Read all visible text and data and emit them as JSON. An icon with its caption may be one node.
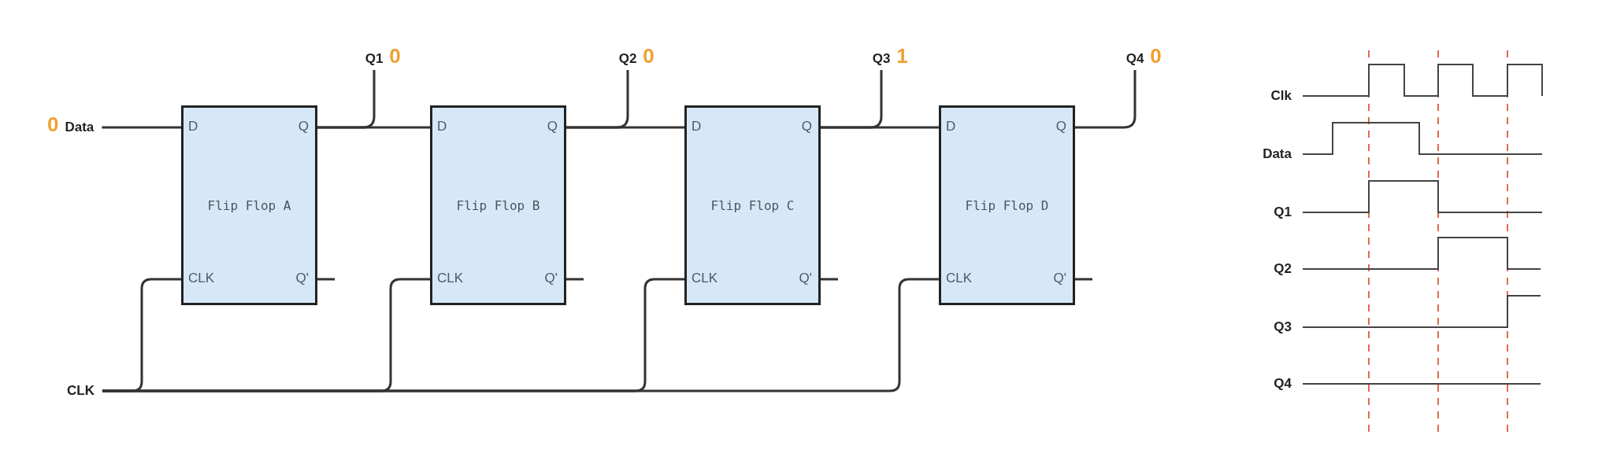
{
  "diagram": {
    "nodes": [
      {
        "text": [
          "Q1"
        ],
        "beside": [
          "0"
        ]
      },
      {
        "text": [
          "Q2"
        ],
        "beside": [
          "0"
        ]
      },
      {
        "text": [
          "Q3"
        ],
        "beside": [
          "1"
        ]
      },
      {
        "text": [
          "Q4"
        ],
        "beside": [
          "0"
        ]
      },
      {
        "text": [
          "Data"
        ],
        "beside": [
          "0"
        ]
      },
      {
        "text": [
          "D",
          "Q",
          "Flip Flop A",
          "CLK",
          "Q'"
        ]
      },
      {
        "text": [
          "D",
          "Q",
          "Flip Flop B",
          "CLK",
          "Q'"
        ]
      },
      {
        "text": [
          "D",
          "Q",
          "Flip Flop C",
          "CLK",
          "Q'"
        ]
      },
      {
        "text": [
          "D",
          "Q",
          "Flip Flop D",
          "CLK",
          "Q'"
        ]
      },
      {
        "text": [
          "CLK"
        ]
      }
    ],
    "edges": [
      {
        "from": 4,
        "to": 5,
        "arrow": "none"
      },
      {
        "from": 5,
        "to": 6,
        "arrow": "none"
      },
      {
        "from": 5,
        "to": 0,
        "arrow": "none"
      },
      {
        "from": 6,
        "to": 7,
        "arrow": "none"
      },
      {
        "from": 6,
        "to": 1,
        "arrow": "none"
      },
      {
        "from": 7,
        "to": 8,
        "arrow": "none"
      },
      {
        "from": 7,
        "to": 2,
        "arrow": "none"
      },
      {
        "from": 8,
        "to": 3,
        "arrow": "none"
      },
      {
        "from": 9,
        "to": 5,
        "arrow": "none"
      },
      {
        "from": 9,
        "to": 6,
        "arrow": "none"
      },
      {
        "from": 9,
        "to": 7,
        "arrow": "none"
      },
      {
        "from": 9,
        "to": 8,
        "arrow": "none"
      },
      {
        "from": 5,
        "to": null,
        "arrow": "none"
      },
      {
        "from": 6,
        "to": null,
        "arrow": "none"
      },
      {
        "from": 7,
        "to": null,
        "arrow": "none"
      },
      {
        "from": 8,
        "to": null,
        "arrow": "none"
      }
    ],
    "labels": [
      "Clk",
      "Data",
      "Q1",
      "Q2",
      "Q3",
      "Q4"
    ]
  }
}
